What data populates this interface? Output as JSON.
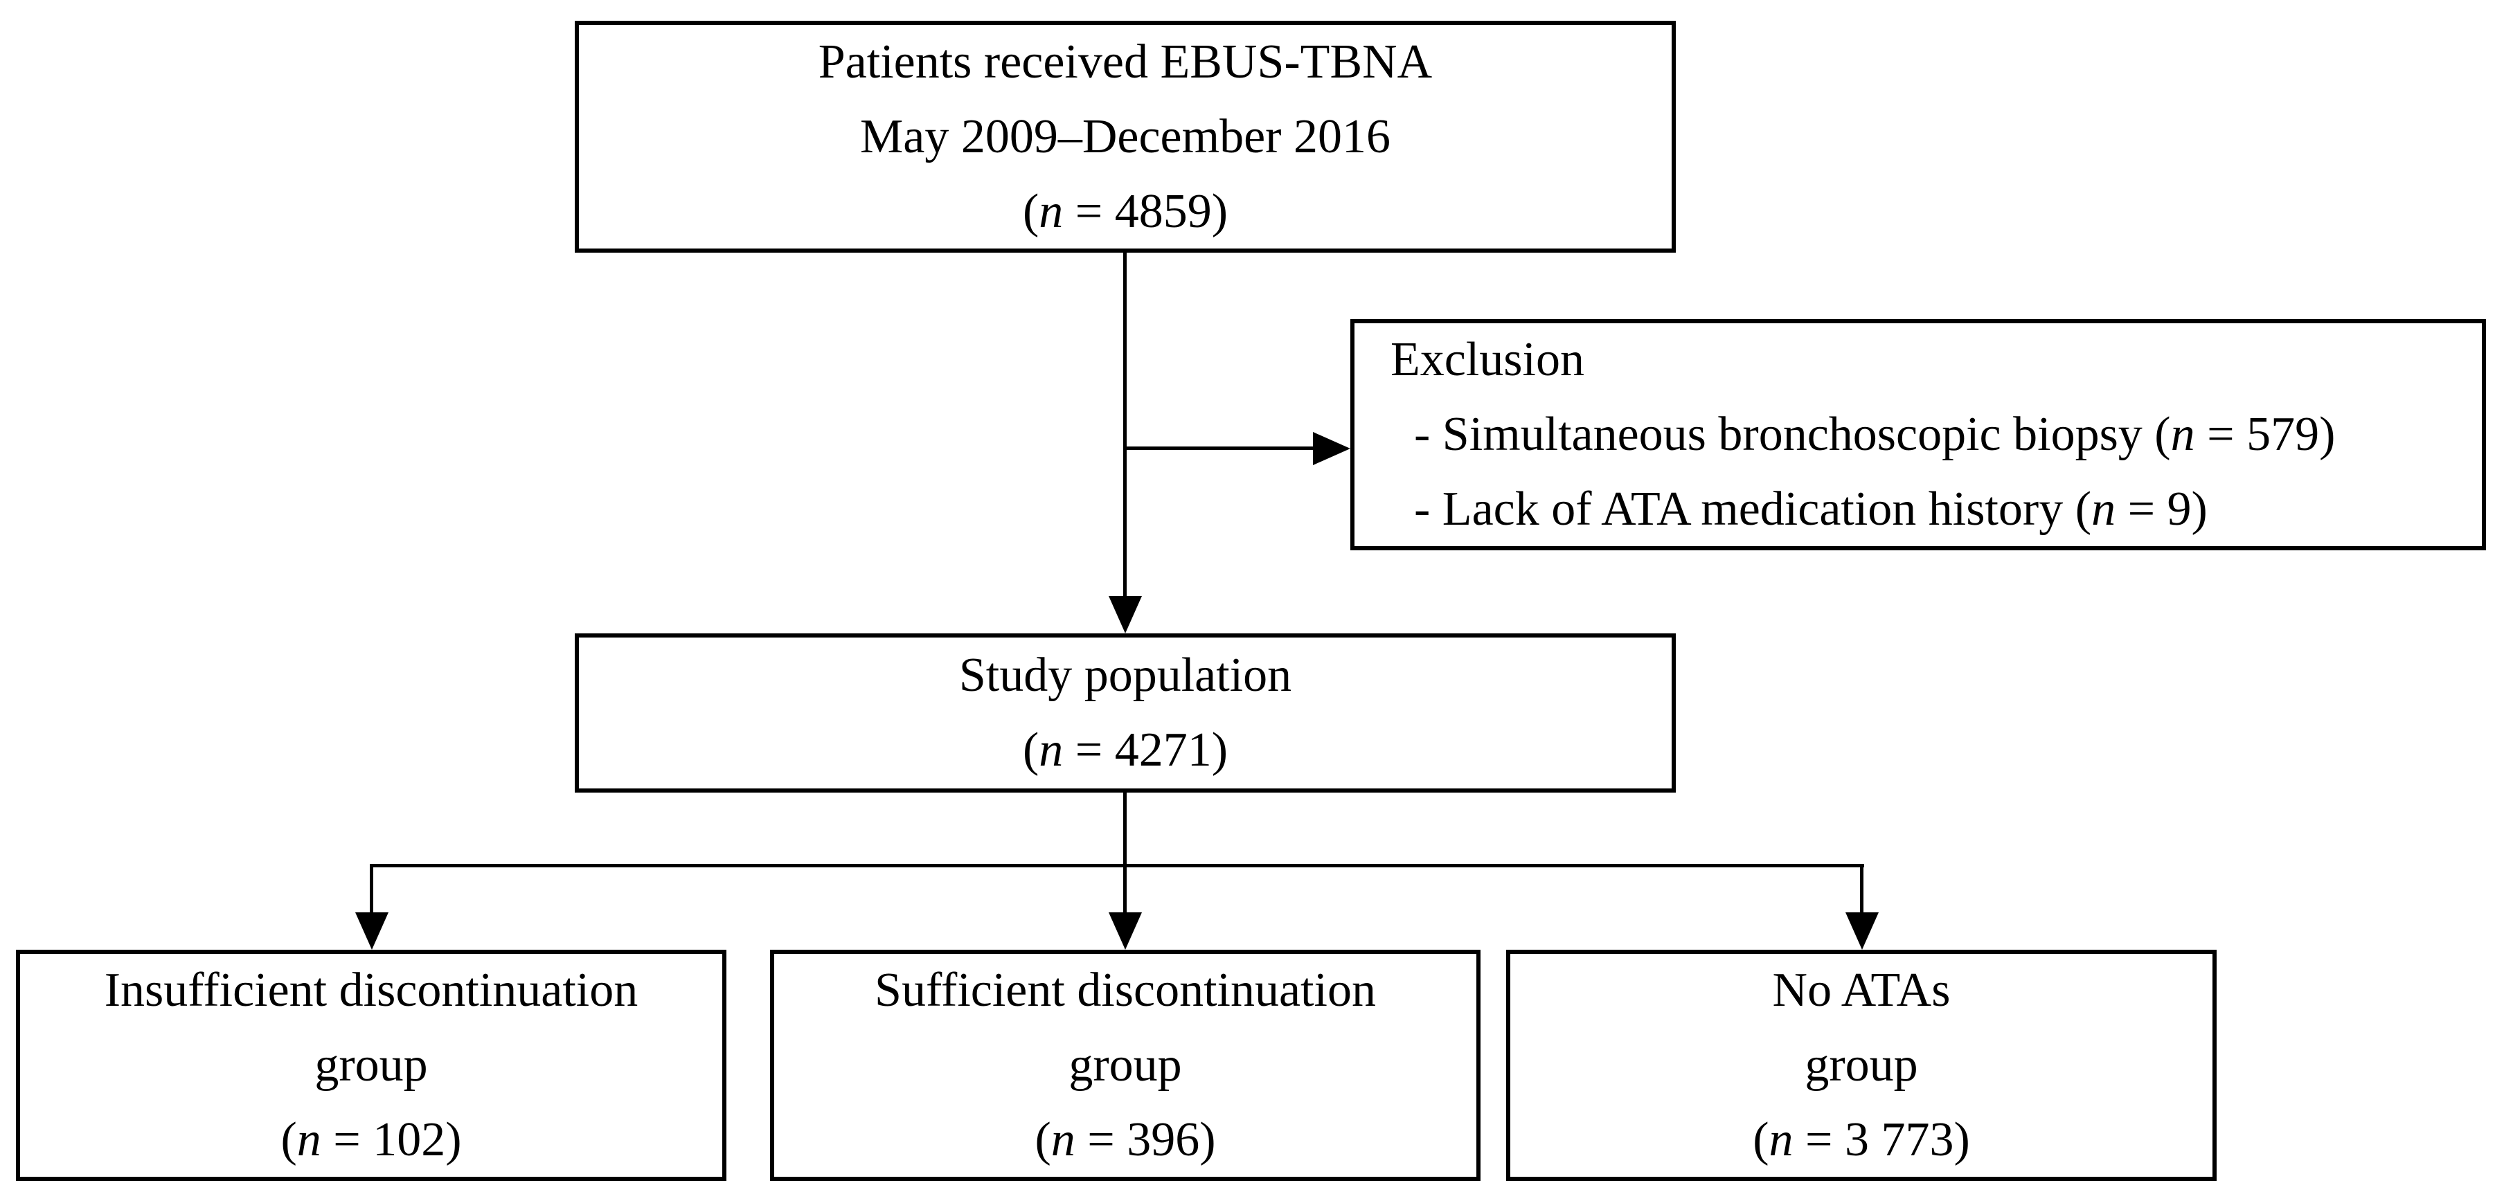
{
  "page": {
    "background_color": "#ffffff",
    "ink_color": "#000000",
    "diagram_type": "study-flowchart"
  },
  "boxes": {
    "patients": {
      "lines": [
        "Patients received EBUS-TBNA",
        "May 2009–December 2016"
      ],
      "count": {
        "pre": "(",
        "nvar": "n",
        "rest": " = 4859)"
      }
    },
    "exclusion": {
      "title": "Exclusion",
      "items": [
        {
          "pre": "- Simultaneous bronchoscopic biopsy (",
          "nvar": "n",
          "rest": " = 579)"
        },
        {
          "pre": "- Lack of ATA medication history (",
          "nvar": "n",
          "rest": " = 9)"
        }
      ]
    },
    "study": {
      "lines": [
        "Study population"
      ],
      "count": {
        "pre": "(",
        "nvar": "n",
        "rest": " = 4271)"
      }
    },
    "insufficient": {
      "lines": [
        "Insufficient discontinuation",
        "group"
      ],
      "count": {
        "pre": "(",
        "nvar": "n",
        "rest": " = 102)"
      }
    },
    "sufficient": {
      "lines": [
        "Sufficient discontinuation",
        "group"
      ],
      "count": {
        "pre": "(",
        "nvar": "n",
        "rest": " = 396)"
      }
    },
    "no_atas": {
      "lines": [
        "No ATAs",
        "group"
      ],
      "count": {
        "pre": "(",
        "nvar": "n",
        "rest": " = 3 773)"
      }
    }
  }
}
